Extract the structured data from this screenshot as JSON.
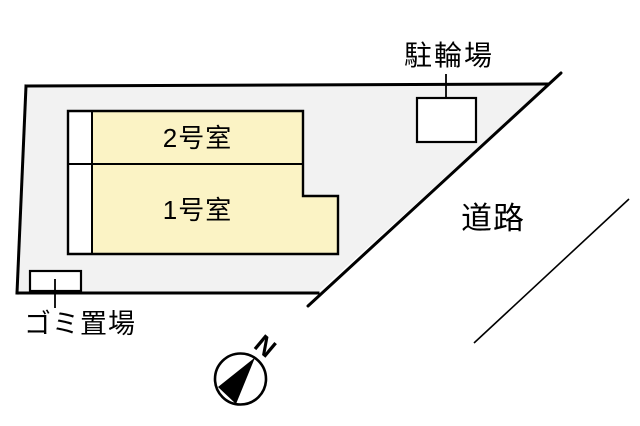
{
  "diagram": {
    "type": "property-site-plan",
    "labels": {
      "bicycle_parking": "駐輪場",
      "room2": "2号室",
      "room1": "1号室",
      "road": "道路",
      "garbage_area": "ゴミ置場",
      "compass_north": "N"
    },
    "areas": [
      {
        "name": "site-lot",
        "kind": "ground",
        "label": ""
      },
      {
        "name": "room-2",
        "kind": "room",
        "label": "2号室"
      },
      {
        "name": "room-1",
        "kind": "room",
        "label": "1号室"
      },
      {
        "name": "bicycle-parking-box",
        "kind": "facility",
        "label": "駐輪場"
      },
      {
        "name": "garbage-box",
        "kind": "facility",
        "label": "ゴミ置場"
      },
      {
        "name": "road",
        "kind": "road",
        "label": "道路"
      }
    ],
    "colors": {
      "background": "#ffffff",
      "site_fill": "#f2f2f2",
      "room_fill": "#fbf3c5",
      "box_fill": "#ffffff",
      "line": "#000000"
    }
  }
}
